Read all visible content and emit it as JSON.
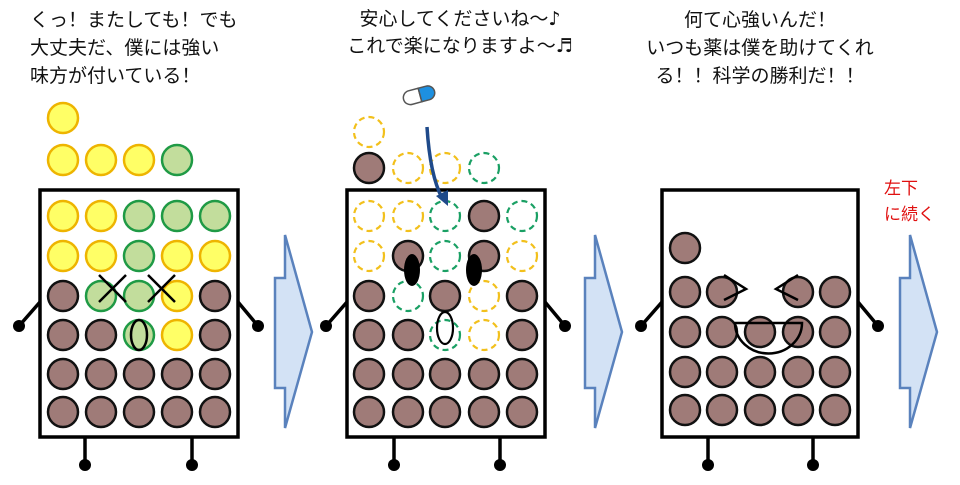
{
  "panels": [
    {
      "caption": [
        "くっ！またしても！でも",
        "大丈夫だ、僕には強い",
        "味方が付いている！"
      ],
      "above": [
        [
          "Y",
          "",
          "",
          "",
          ""
        ],
        [
          "Y",
          "Y",
          "Y",
          "G",
          ""
        ]
      ],
      "grid": [
        [
          "Y",
          "Y",
          "G",
          "G",
          "G"
        ],
        [
          "Y",
          "Y",
          "G",
          "Y",
          "Y"
        ],
        [
          "B",
          "G",
          "G",
          "Y",
          "B"
        ],
        [
          "B",
          "B",
          "G",
          "Y",
          "B"
        ],
        [
          "B",
          "B",
          "B",
          "B",
          "B"
        ],
        [
          "B",
          "B",
          "B",
          "B",
          "B"
        ]
      ],
      "face": "dizzy"
    },
    {
      "caption": [
        "安心してくださいね～♪",
        "これで楽になりますよ～♬"
      ],
      "above": [
        [
          "dY",
          "",
          "",
          "",
          ""
        ],
        [
          "B",
          "dY",
          "dY",
          "dG",
          ""
        ]
      ],
      "grid": [
        [
          "dY",
          "dY",
          "dG",
          "B",
          "dG"
        ],
        [
          "dY",
          "B",
          "dG",
          "B",
          "dY"
        ],
        [
          "B",
          "dG",
          "B",
          "dY",
          "B"
        ],
        [
          "B",
          "B",
          "dG",
          "dY",
          "B"
        ],
        [
          "B",
          "B",
          "B",
          "B",
          "B"
        ],
        [
          "B",
          "B",
          "B",
          "B",
          "B"
        ]
      ],
      "face": "surprised"
    },
    {
      "caption": [
        "何て心強いんだ！",
        "いつも薬は僕を助けてくれ",
        "る！！科学の勝利だ！！"
      ],
      "grid": [
        [
          "B",
          "",
          "",
          "",
          ""
        ],
        [
          "B",
          "B",
          "",
          "B",
          "B"
        ],
        [
          "B",
          "B",
          "B",
          "B",
          "B"
        ],
        [
          "B",
          "B",
          "B",
          "B",
          "B"
        ],
        [
          "B",
          "B",
          "B",
          "B",
          "B"
        ]
      ],
      "face": "happy"
    }
  ],
  "continue_note": [
    "左下",
    "に続く"
  ],
  "colors": {
    "yellow_fill": "#ffff66",
    "yellow_stroke": "#eeb400",
    "green_fill": "#c2dd9c",
    "green_stroke": "#1f9a45",
    "brown_fill": "#9f7b78",
    "brown_stroke": "#111111",
    "dash_yellow": "#f2c01c",
    "dash_green": "#1aa064",
    "arrow_fill": "#d3e2f5",
    "arrow_stroke": "#5a82bd",
    "pill_blue": "#1e90e0"
  }
}
